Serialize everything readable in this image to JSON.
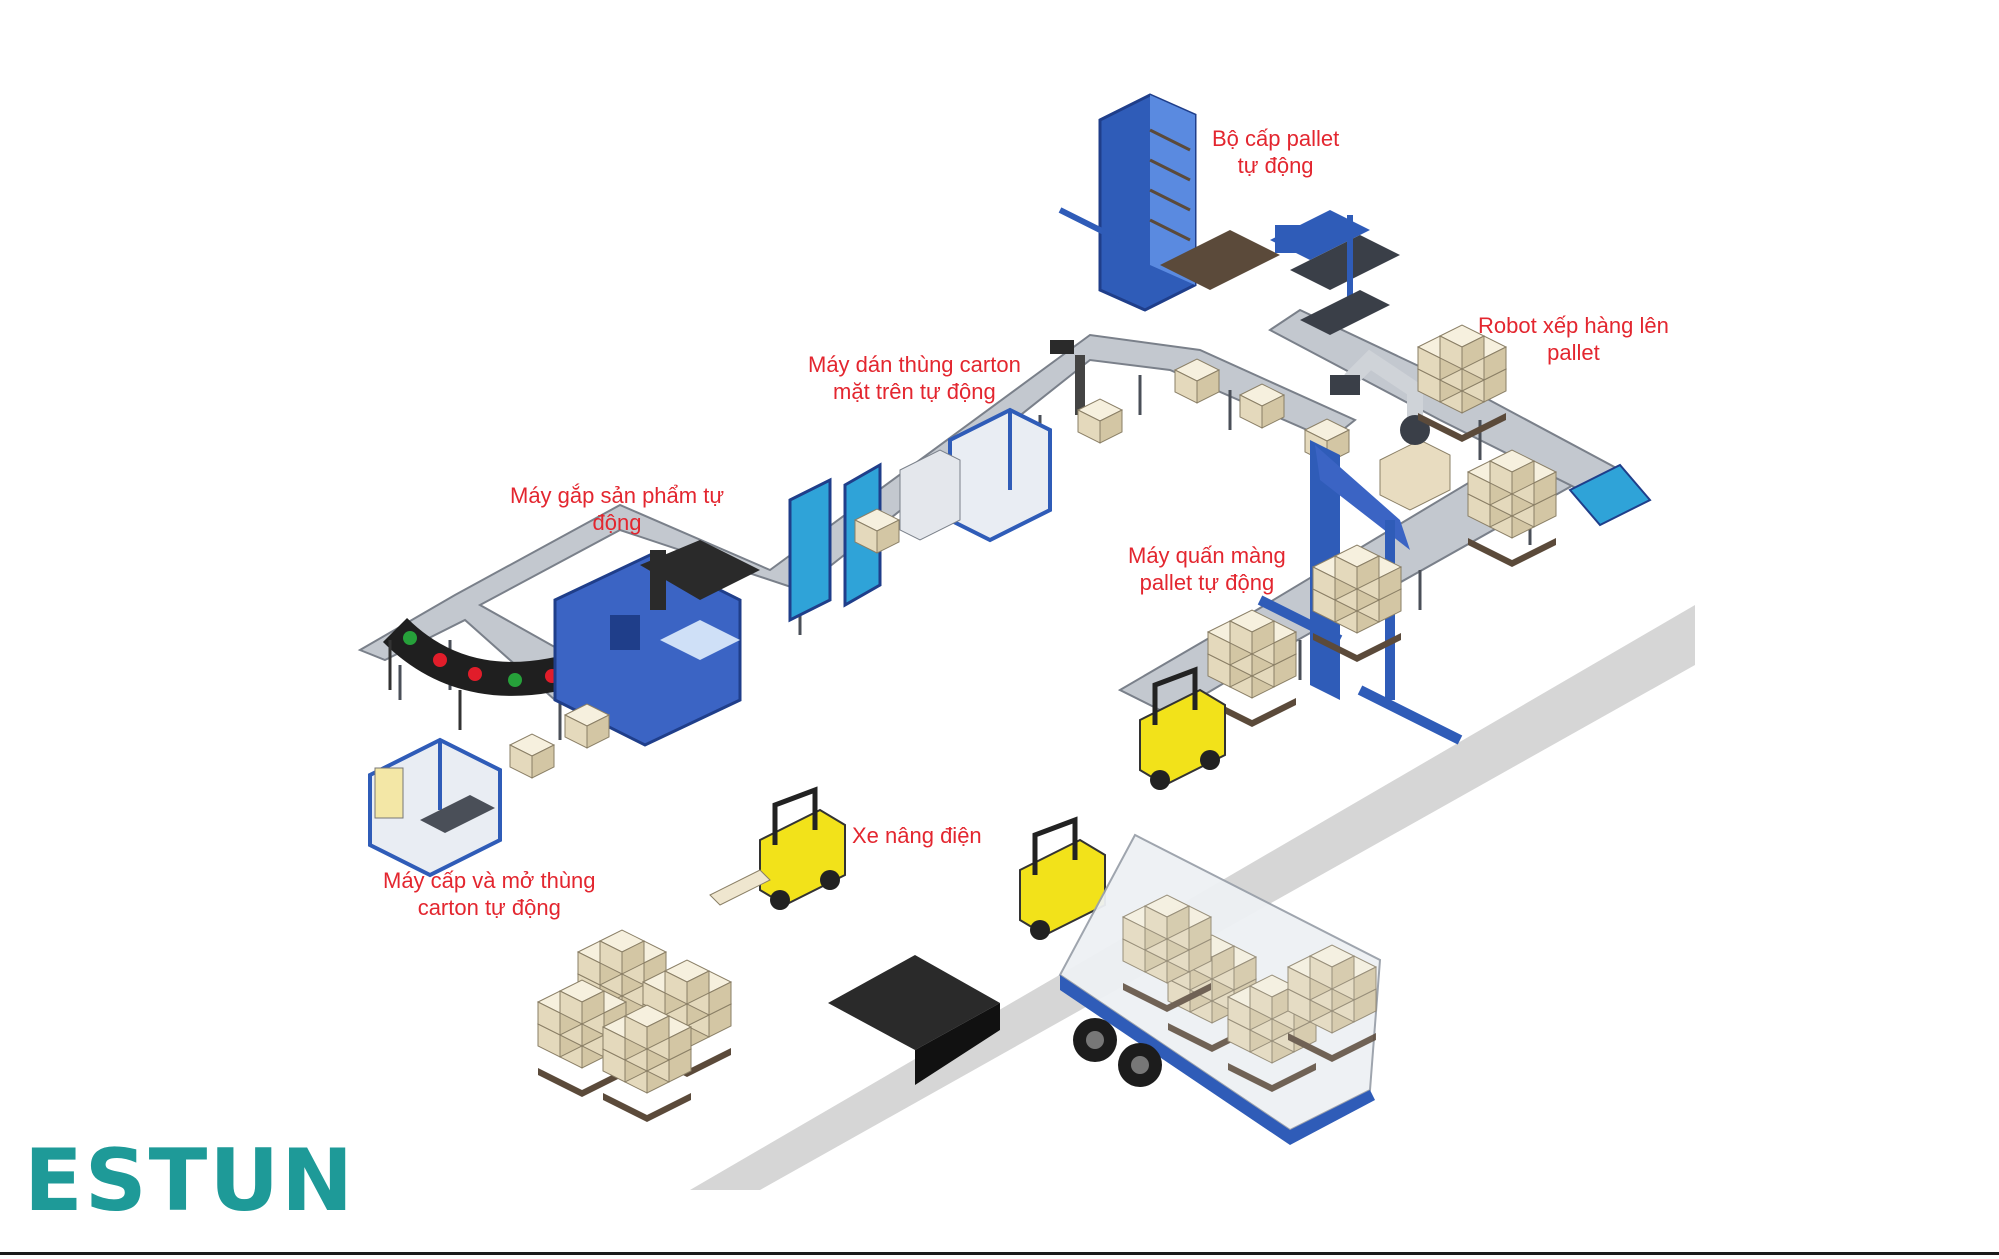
{
  "logo": {
    "text": "ESTUN",
    "color": "#1e9a98"
  },
  "colors": {
    "label": "#e3262f",
    "machine_blue": "#2f5cb8",
    "conveyor_gray": "#b9bec6",
    "road_gray": "#d6d6d6",
    "forklift_yellow": "#f2e21a",
    "carton": "#efe6cf",
    "truck_box": "#e9ecef"
  },
  "labels": {
    "pallet_feeder": [
      "Bộ cấp pallet",
      "tự động"
    ],
    "robot_palletizer": [
      "Robot xếp hàng lên",
      "pallet"
    ],
    "top_sealer": [
      "Máy dán thùng carton",
      "mặt trên tự động"
    ],
    "pick_and_place": [
      "Máy gắp sản phẩm tự",
      "động"
    ],
    "stretch_wrapper": [
      "Máy quấn màng",
      "pallet tự động"
    ],
    "electric_forklift": [
      "Xe nâng điện"
    ],
    "case_erector": [
      "Máy cấp và mở thùng",
      "carton tự động"
    ]
  },
  "icons": {
    "pallet_feeder": "pallet-dispenser-icon",
    "robot": "robot-arm-icon",
    "sealer": "carton-sealer-icon",
    "picker": "gantry-picker-icon",
    "wrapper": "stretch-wrapper-icon",
    "forklift": "forklift-icon",
    "erector": "case-erector-icon",
    "truck": "truck-icon"
  }
}
